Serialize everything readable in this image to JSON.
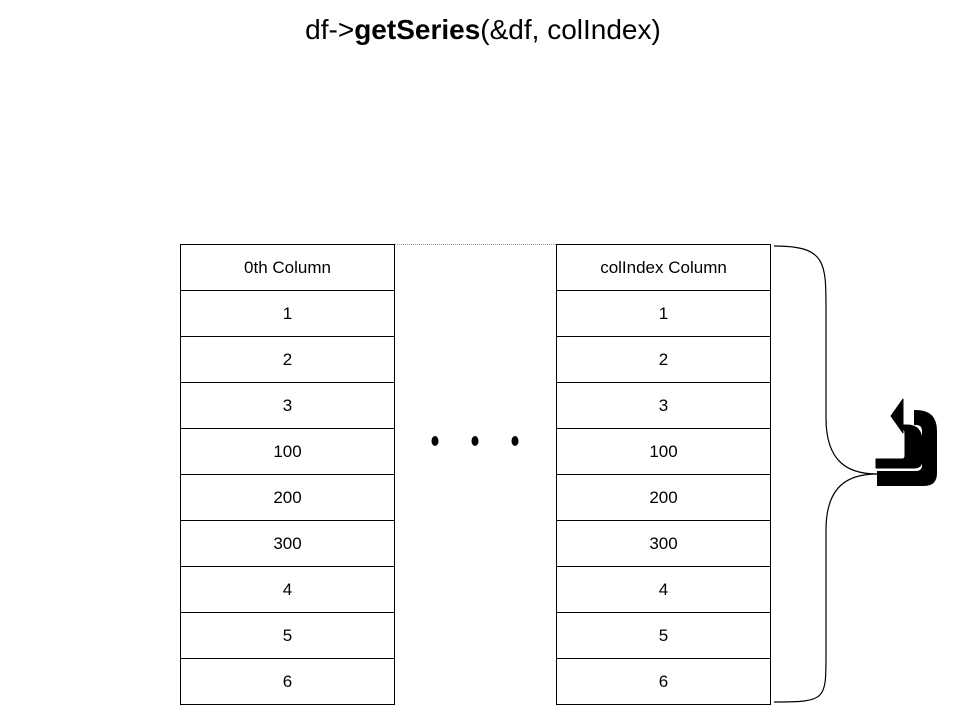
{
  "title": {
    "prefix": "df->",
    "function_name": "getSeries",
    "args": "(&df, colIndex)"
  },
  "left_column": {
    "header": "0th Column",
    "values": [
      "1",
      "2",
      "3",
      "100",
      "200",
      "300",
      "4",
      "5",
      "6"
    ]
  },
  "right_column": {
    "header": "colIndex Column",
    "values": [
      "1",
      "2",
      "3",
      "100",
      "200",
      "300",
      "4",
      "5",
      "6"
    ]
  },
  "ellipsis_icon": "three-dots",
  "return_arrow_icon": "u-turn-return-arrow",
  "colors": {
    "line": "#000000",
    "connector": "#999999",
    "background": "#ffffff"
  }
}
